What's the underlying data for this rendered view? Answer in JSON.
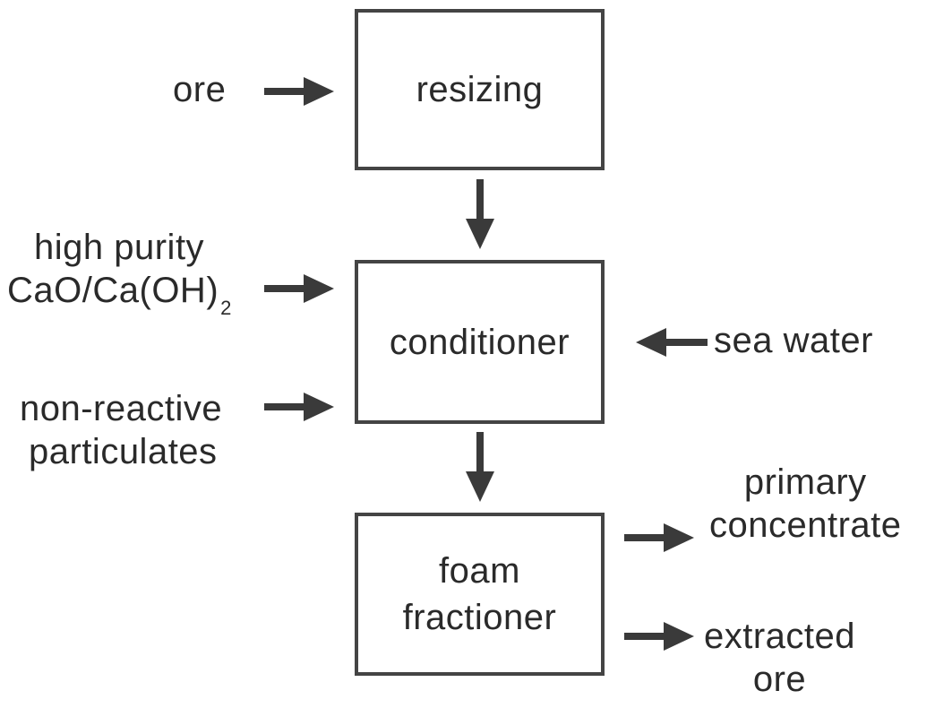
{
  "process_boxes": {
    "resizing": "resizing",
    "conditioner": "conditioner",
    "foam_fractioner": [
      "foam",
      "fractioner"
    ]
  },
  "inputs": {
    "ore": "ore",
    "lime": {
      "line1": "high purity",
      "line2_main": "CaO/Ca(OH)",
      "line2_subscript": "2"
    },
    "particulates": [
      "non-reactive",
      "particulates"
    ],
    "sea_water": "sea water"
  },
  "outputs": {
    "primary_concentrate": [
      "primary",
      "concentrate"
    ],
    "extracted_ore": [
      "extracted",
      "ore"
    ]
  },
  "colors": {
    "arrow": "#3a3a3a",
    "box_border": "#444444",
    "text": "#2a2a2a"
  }
}
